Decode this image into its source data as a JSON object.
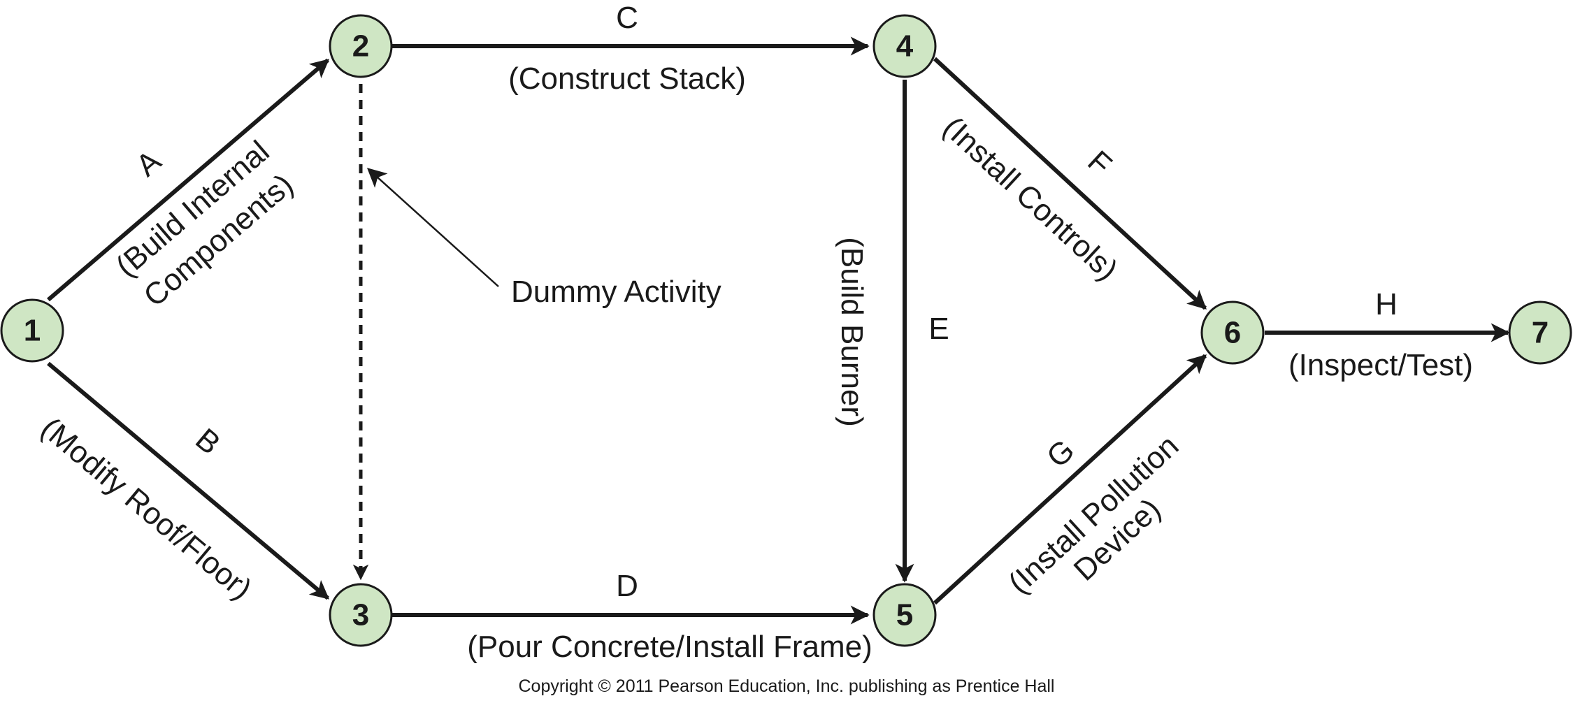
{
  "nodes": [
    "1",
    "2",
    "3",
    "4",
    "5",
    "6",
    "7"
  ],
  "activities": [
    {
      "id": "A",
      "from": "1",
      "to": "2",
      "letter": "A",
      "description_lines": [
        "(Build Internal",
        "Components)"
      ]
    },
    {
      "id": "B",
      "from": "1",
      "to": "3",
      "letter": "B",
      "description_lines": [
        "(Modify Roof/Floor)"
      ]
    },
    {
      "id": "C",
      "from": "2",
      "to": "4",
      "letter": "C",
      "description_lines": [
        "(Construct Stack)"
      ]
    },
    {
      "id": "D",
      "from": "3",
      "to": "5",
      "letter": "D",
      "description_lines": [
        "(Pour Concrete/Install Frame)"
      ]
    },
    {
      "id": "E",
      "from": "4",
      "to": "5",
      "letter": "E",
      "description_lines": [
        "(Build Burner)"
      ]
    },
    {
      "id": "F",
      "from": "4",
      "to": "6",
      "letter": "F",
      "description_lines": [
        "(Install Controls)"
      ]
    },
    {
      "id": "G",
      "from": "5",
      "to": "6",
      "letter": "G",
      "description_lines": [
        "(Install Pollution",
        "Device)"
      ]
    },
    {
      "id": "H",
      "from": "6",
      "to": "7",
      "letter": "H",
      "description_lines": [
        "(Inspect/Test)"
      ]
    }
  ],
  "dummy": {
    "from": "2",
    "to": "3",
    "label": "Dummy Activity"
  },
  "copyright": "Copyright © 2011 Pearson Education, Inc. publishing as Prentice Hall",
  "colors": {
    "node_fill": "#cfe6c4",
    "ink": "#1a1a1a"
  }
}
